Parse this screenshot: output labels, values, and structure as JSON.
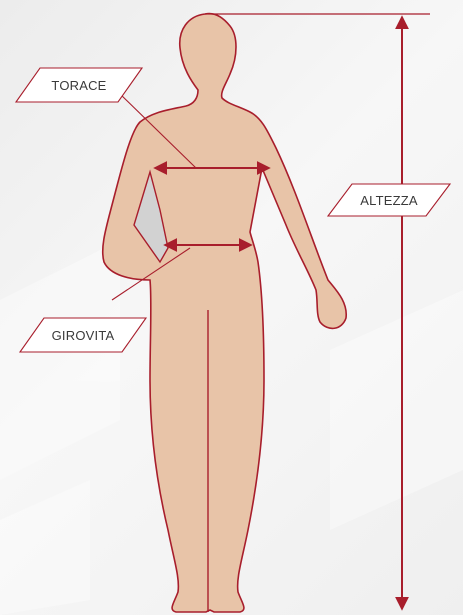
{
  "colors": {
    "background": "#f2f2f2",
    "silhouette_fill": "#e8c4a8",
    "outline": "#a81e2c",
    "arm_shadow": "#d2d2d2",
    "label_box": "#ffffff"
  },
  "labels": {
    "chest": "TORACE",
    "waist": "GIROVITA",
    "height": "ALTEZZA"
  },
  "icons": {
    "measurement_arrows": "double-headed-arrow"
  }
}
